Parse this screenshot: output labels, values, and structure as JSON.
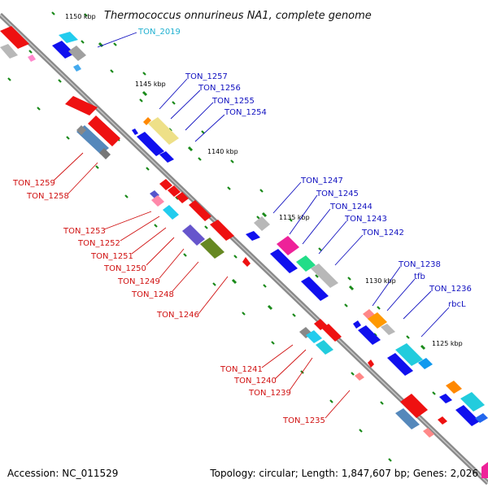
{
  "title": "Thermococcus onnurineus NA1, complete genome",
  "accession": "Accession: NC_011529",
  "topology": "Topology: circular; Length: 1,847,607 bp; Genes: 2,026",
  "colors": {
    "backbone": "#808080",
    "ticks": "#1a8a1a",
    "label_top": "#1010c0",
    "label_bottom": "#d01010",
    "label_cyan": "#20b0d0",
    "red": "#ee1111",
    "blue": "#1010ee",
    "cyan": "#22ccdd",
    "grey": "#b0b0b0"
  },
  "scale_labels": [
    "1150 kbp",
    "1145 kbp",
    "1140 kbp",
    "1135 kbp",
    "1130 kbp",
    "1125 kbp"
  ],
  "gene_labels_above": [
    "TON_2019",
    "TON_1257",
    "TON_1256",
    "TON_1255",
    "TON_1254",
    "TON_1247",
    "TON_1245",
    "TON_1244",
    "TON_1243",
    "TON_1242",
    "TON_1238",
    "tfb",
    "TON_1236",
    "rbcL"
  ],
  "gene_labels_below": [
    "TON_1259",
    "TON_1258",
    "TON_1253",
    "TON_1252",
    "TON_1251",
    "TON_1250",
    "TON_1249",
    "TON_1248",
    "TON_1246",
    "TON_1241",
    "TON_1240",
    "TON_1239",
    "TON_1235"
  ]
}
